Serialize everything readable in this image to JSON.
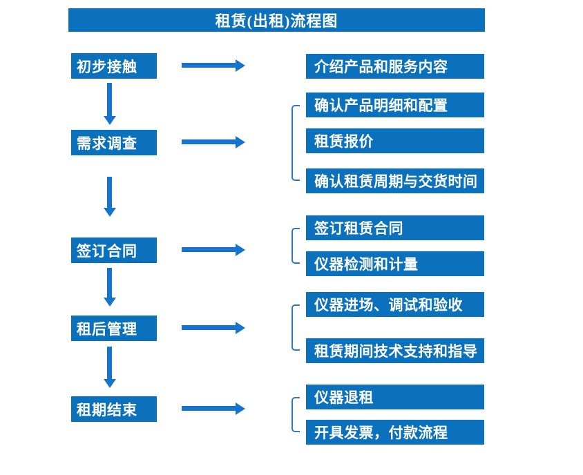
{
  "title": "租赁(出租)流程图",
  "colors": {
    "box_blue": "#0C71BC",
    "arrow_blue": "#1674CE",
    "bracket_blue": "#2E79C4",
    "text_white": "#FFFFFF"
  },
  "flow": {
    "stages": [
      {
        "label": "初步接触",
        "details": [
          "介绍产品和服务内容"
        ]
      },
      {
        "label": "需求调查",
        "details": [
          "确认产品明细和配置",
          "租赁报价",
          "确认租赁周期与交货时间"
        ]
      },
      {
        "label": "签订合同",
        "details": [
          "签订租赁合同",
          "仪器检测和计量"
        ]
      },
      {
        "label": "租后管理",
        "details": [
          "仪器进场、调试和验收",
          "租赁期间技术支持和指导"
        ]
      },
      {
        "label": "租期结束",
        "details": [
          "仪器退租",
          "开具发票，付款流程"
        ]
      }
    ]
  }
}
